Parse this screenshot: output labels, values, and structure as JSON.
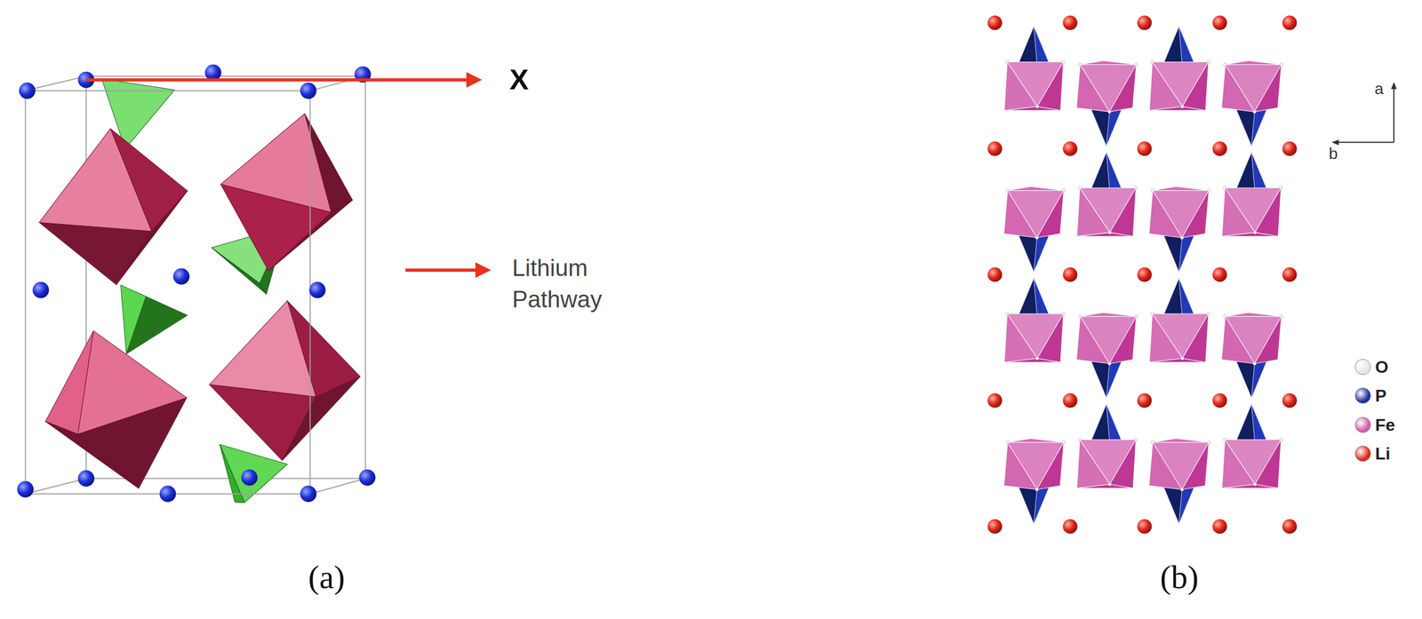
{
  "diagram": {
    "labels": [
      "X",
      "Lithium Pathway",
      "(a)",
      "(b)",
      "a",
      "b"
    ],
    "legend": [
      {
        "text": "O",
        "color": "#e6e6e6"
      },
      {
        "text": "P",
        "color": "#1f2f9e"
      },
      {
        "text": "Fe",
        "color": "#d45aa8"
      },
      {
        "text": "Li",
        "color": "#e0261a"
      }
    ]
  }
}
